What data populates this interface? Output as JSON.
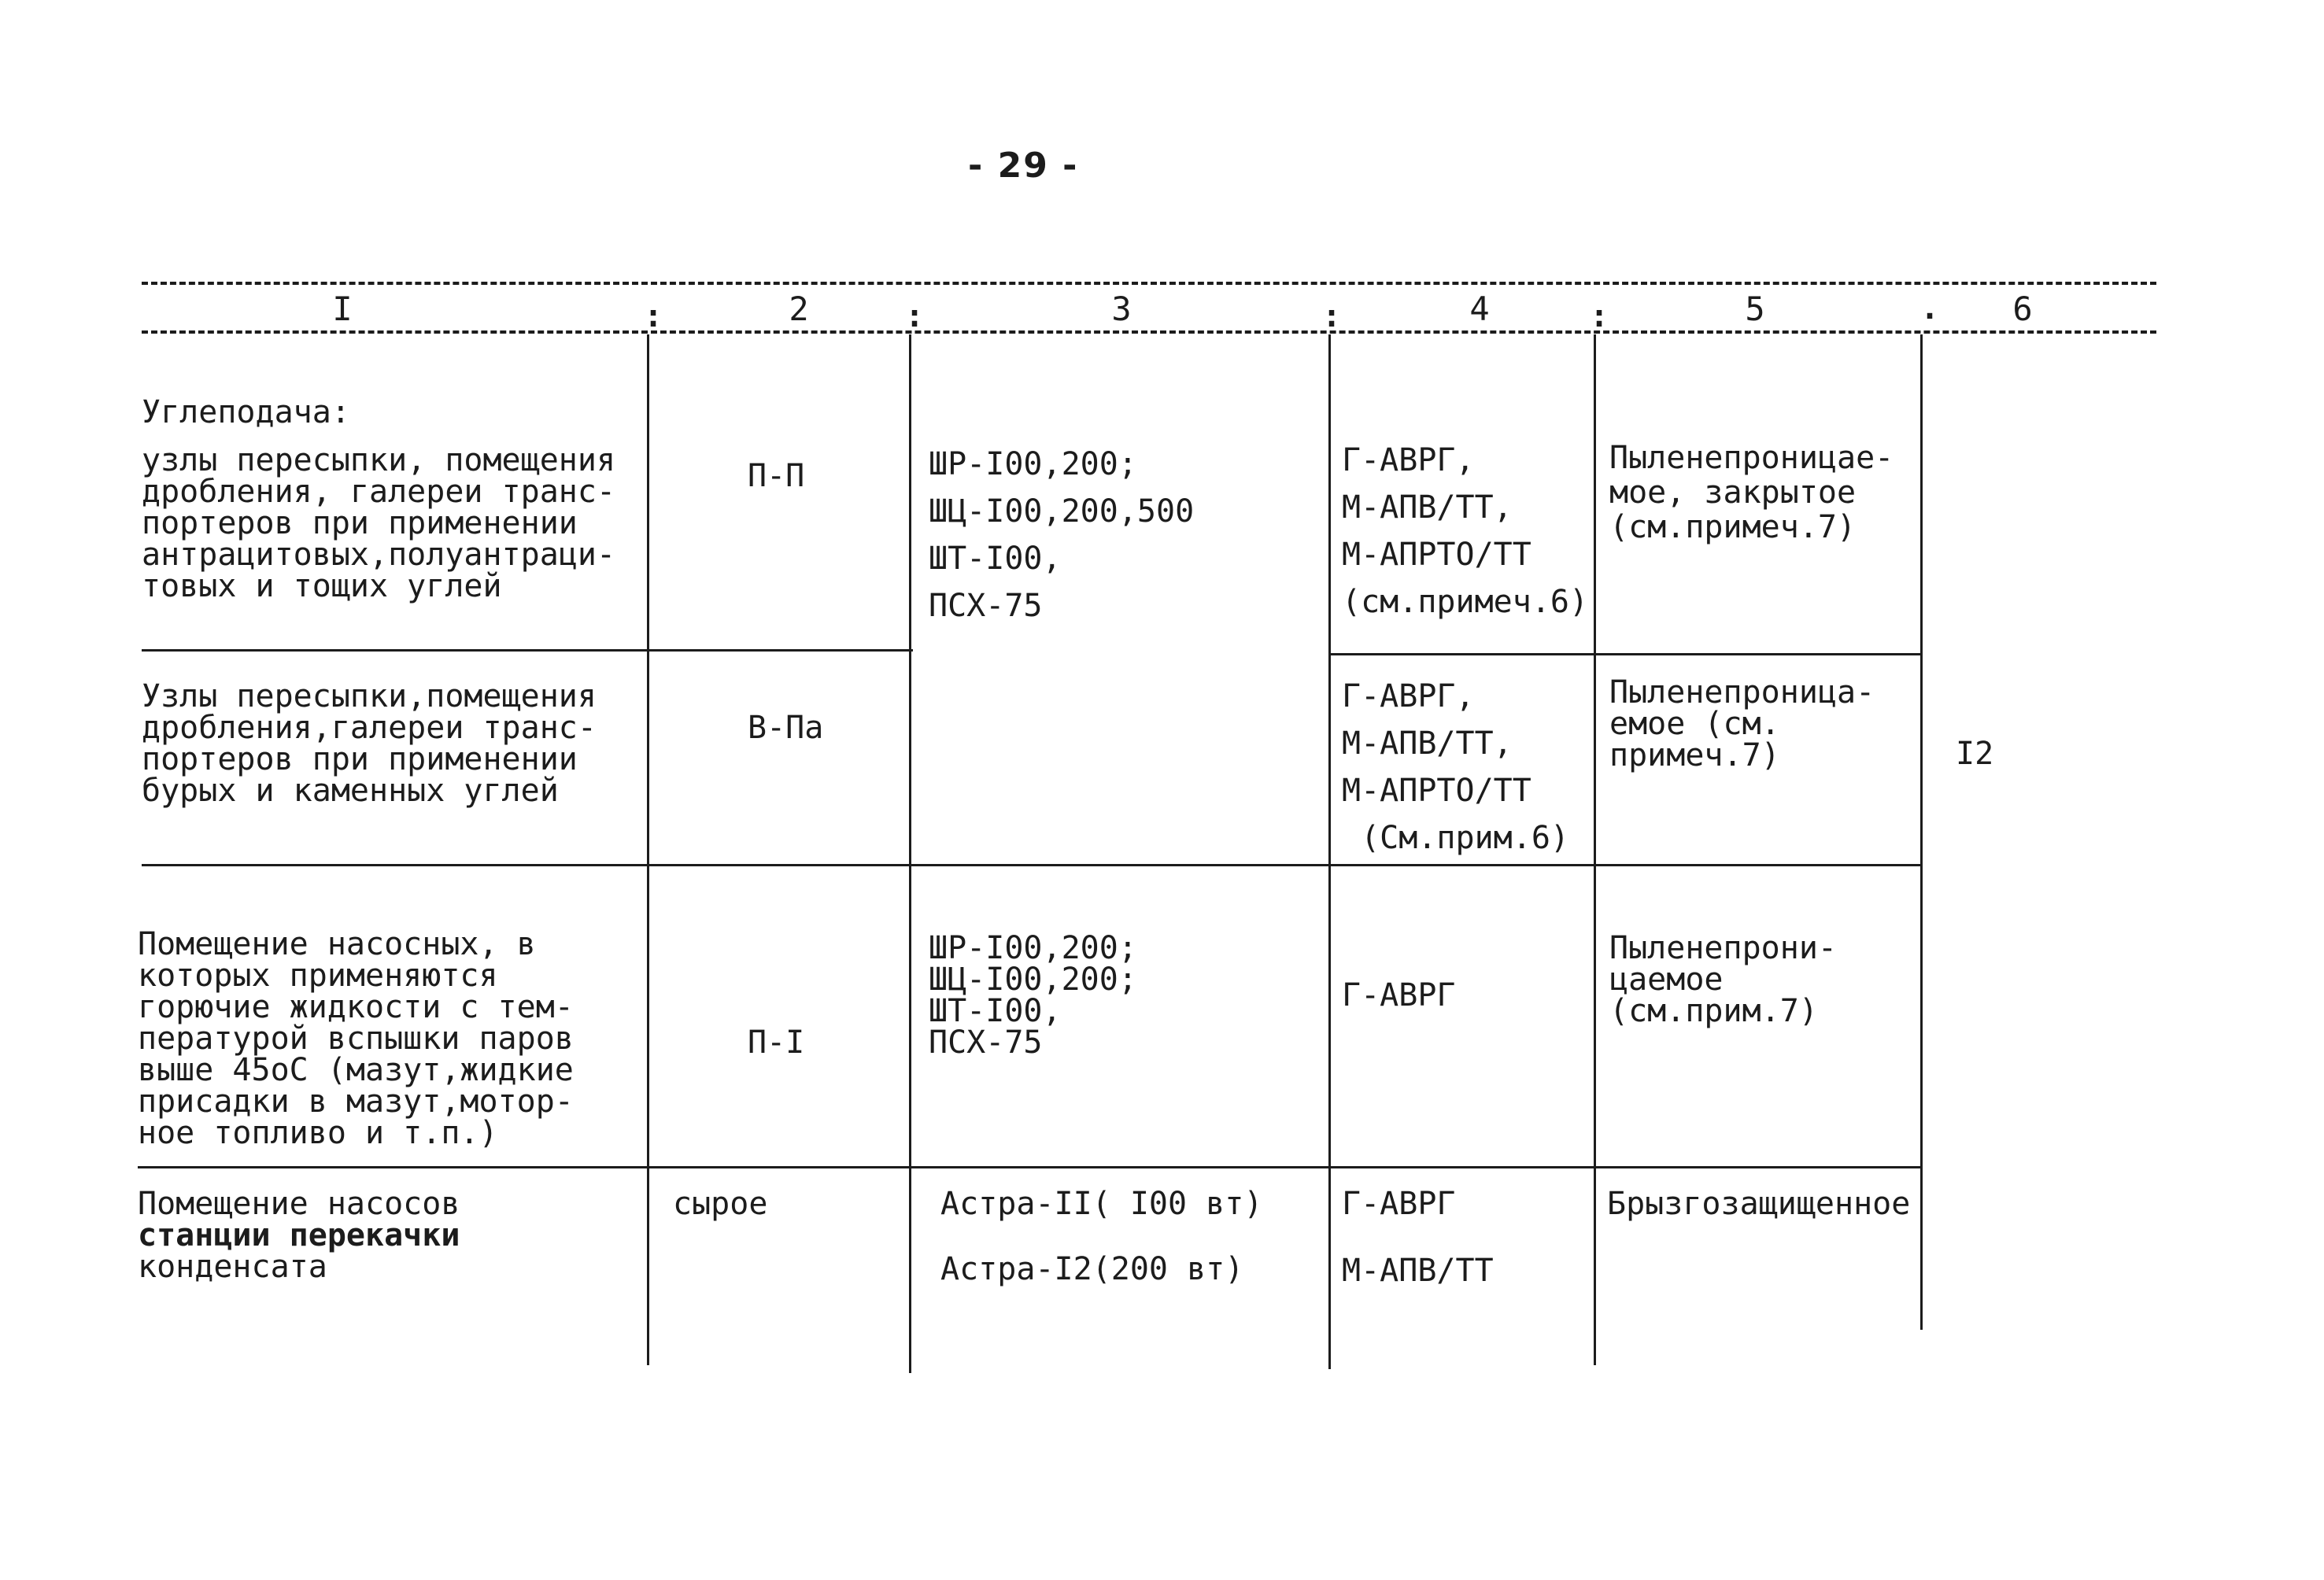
{
  "page": {
    "number": "- 29 -"
  },
  "table": {
    "headers": [
      "I",
      "2",
      "3",
      "4",
      "5",
      "6"
    ],
    "section_title": "Углеподача:",
    "rows": [
      {
        "col1": "узлы пересыпки, помещения\nдробления, галереи транс-\nпортеров при применении\nантрацитовых,полуантраци-\nтовых и тощих углей",
        "col2": "П-П",
        "col3": "ШР-I00,200;\nШЦ-I00,200,500\nШТ-I00,\nПСХ-75",
        "col4": "Г-АВРГ,\nМ-АПВ/ТТ,\nМ-АПРТО/ТТ\n(см.примеч.6)",
        "col5": "Пыленепроницае-\nмое, закрытое\n(см.примеч.7)"
      },
      {
        "col1": "Узлы пересыпки,помещения\nдробления,галереи транс-\nпортеров при применении\nбурых и каменных углей",
        "col2": "В-Па",
        "col4": "Г-АВРГ,\nМ-АПВ/ТТ,\nМ-АПРТО/ТТ\n (См.прим.6)",
        "col5": "Пыленепроница-\nемое (см.\nпримеч.7)",
        "col6": "I2"
      },
      {
        "col1": "Помещение насосных, в\nкоторых применяются\nгорючие жидкости с тем-\nпературой вспышки паров\nвыше 45оС (мазут,жидкие\nприсадки в мазут,мотор-\nное топливо и т.п.)",
        "col2": "П-I",
        "col3": "ШР-I00,200;\nШЦ-I00,200;\nШТ-I00,\nПСХ-75",
        "col4": "Г-АВРГ",
        "col5": "Пыленепрони-\nцаемое\n(см.прим.7)"
      },
      {
        "col1_line1": "Помещение насосов",
        "col1_line2": "станции перекачки",
        "col1_line3": "конденсата",
        "col2": "сырое",
        "col3_line1": "Астра-II( I00 вт)",
        "col3_line2": "Астра-I2(200 вт)",
        "col4_line1": "Г-АВРГ",
        "col4_line2": "М-АПВ/ТТ",
        "col5": "Брызгозащищенное"
      }
    ]
  }
}
